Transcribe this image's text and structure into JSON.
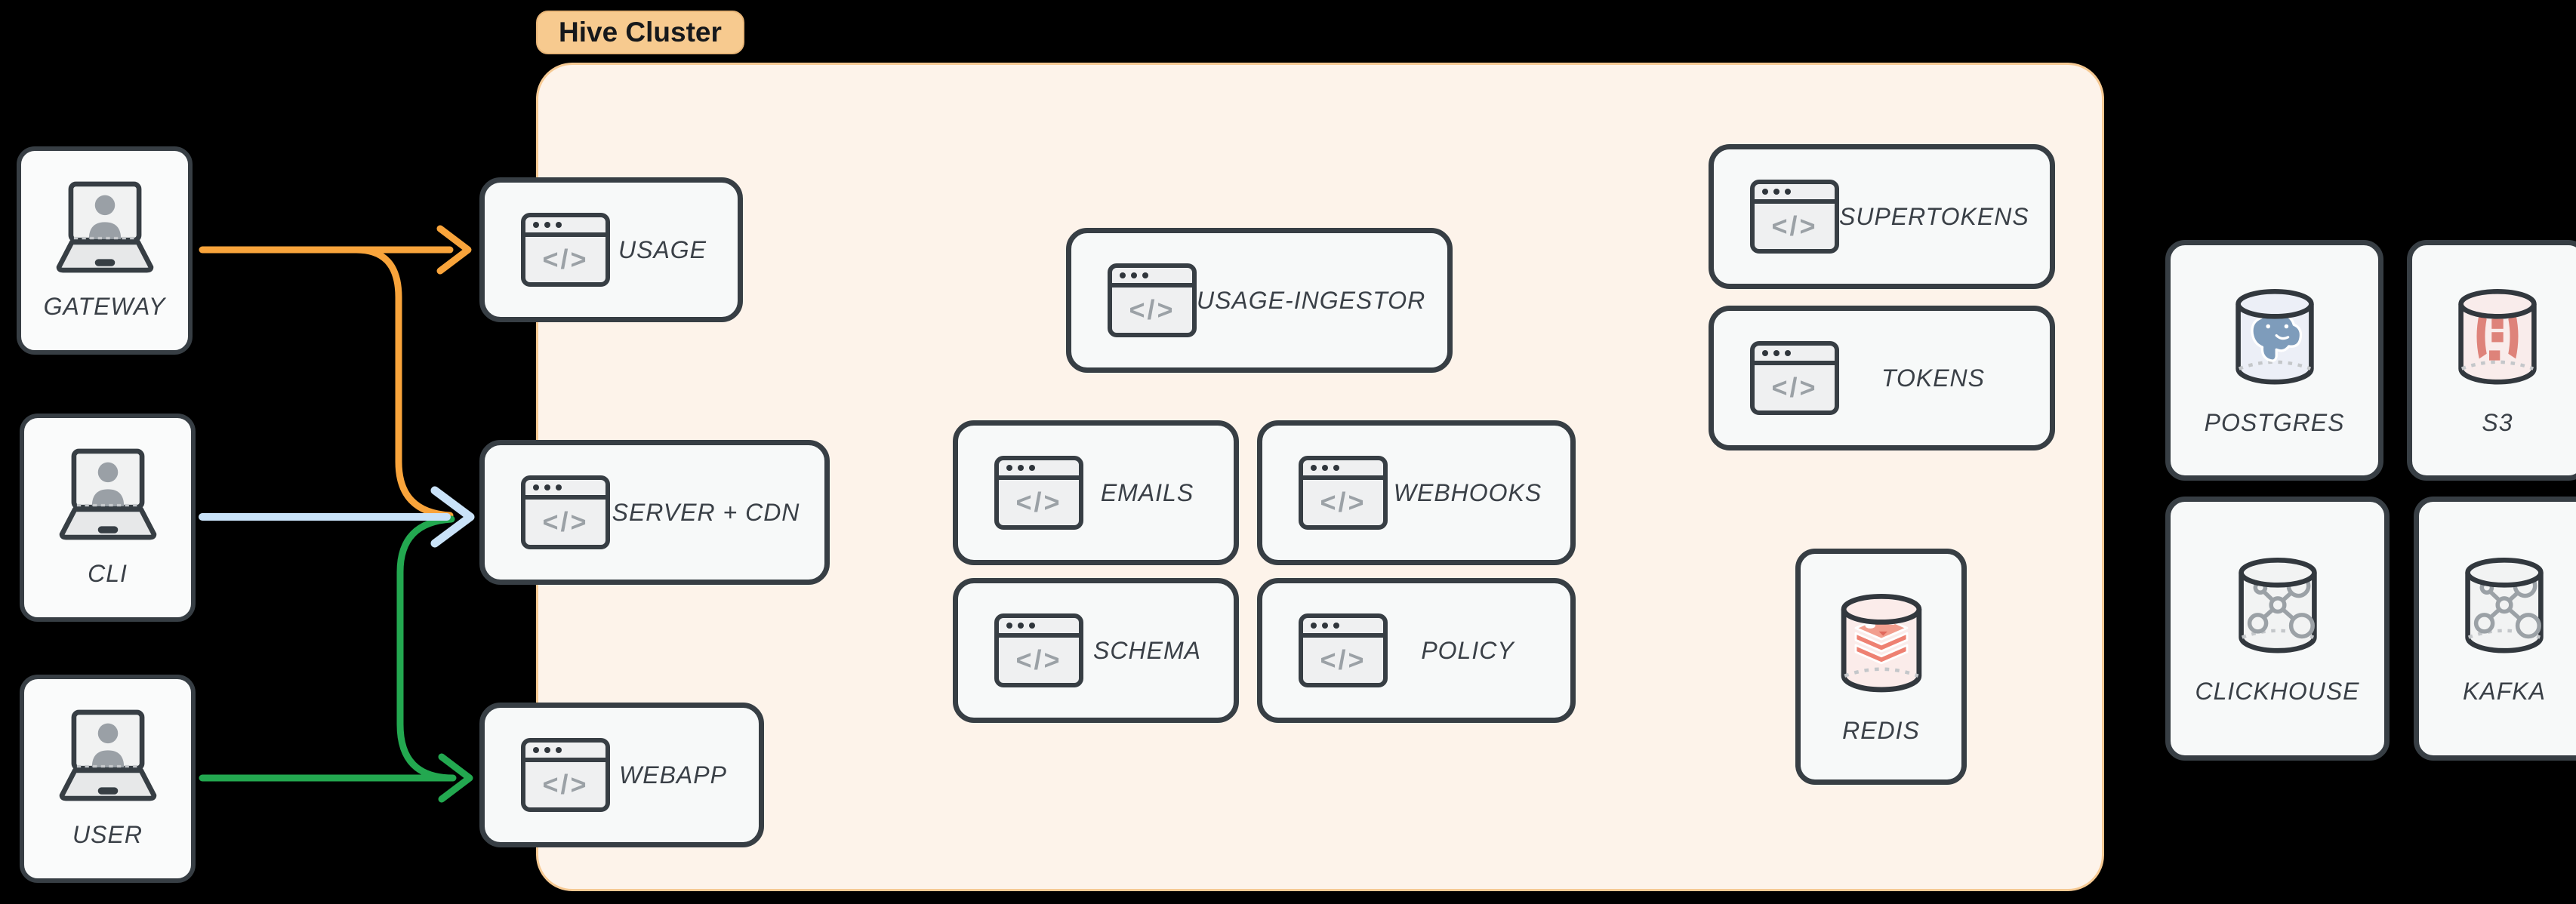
{
  "cluster": {
    "label": "Hive Cluster"
  },
  "actors": {
    "gateway": {
      "label": "GATEWAY"
    },
    "cli": {
      "label": "CLI"
    },
    "user": {
      "label": "USER"
    }
  },
  "services": {
    "usage": {
      "label": "USAGE"
    },
    "server_cdn": {
      "label": "SERVER + CDN"
    },
    "webapp": {
      "label": "WEBAPP"
    },
    "usage_ingestor": {
      "label": "USAGE-INGESTOR"
    },
    "emails": {
      "label": "EMAILS"
    },
    "webhooks": {
      "label": "WEBHOOKS"
    },
    "schema": {
      "label": "SCHEMA"
    },
    "policy": {
      "label": "POLICY"
    },
    "supertokens": {
      "label": "SUPERTOKENS"
    },
    "tokens": {
      "label": "TOKENS"
    }
  },
  "datastores": {
    "redis": {
      "label": "REDIS"
    },
    "postgres": {
      "label": "POSTGRES"
    },
    "s3": {
      "label": "S3"
    },
    "clickhouse": {
      "label": "CLICKHOUSE"
    },
    "kafka": {
      "label": "KAFKA"
    }
  },
  "icons": {
    "code_glyph": "</>"
  },
  "arrows": [
    {
      "from": "GATEWAY",
      "to": "USAGE",
      "color": "#F9A43B"
    },
    {
      "from": "GATEWAY",
      "to": "SERVER + CDN",
      "color": "#F9A43B"
    },
    {
      "from": "CLI",
      "to": "SERVER + CDN",
      "color": "#C9E2F8"
    },
    {
      "from": "USER",
      "to": "SERVER + CDN",
      "color": "#23A850"
    },
    {
      "from": "USER",
      "to": "WEBAPP",
      "color": "#23A850"
    }
  ],
  "colors": {
    "arrow_gateway": "#F9A43B",
    "arrow_cli": "#C9E2F8",
    "arrow_user": "#23A850",
    "cluster_bg": "#FDF3EA",
    "cluster_border": "#F6C993",
    "badge_bg": "#F7CA8F",
    "card_bg": "#F7F9F9",
    "card_border": "#373E44",
    "label_text": "#3A4047",
    "code_glyph": "#9BA1A6",
    "cyl_tint_postgres": "#ECEFF7",
    "cyl_tint_s3": "#F9ECEB",
    "cyl_tint_redis": "#FBECEA",
    "cyl_tint_generic": "#F2F3F3",
    "logo_postgres": "#7E9CBB",
    "logo_s3": "#DE837A",
    "logo_redis": "#EE8172",
    "logo_network": "#9BA1A6"
  }
}
